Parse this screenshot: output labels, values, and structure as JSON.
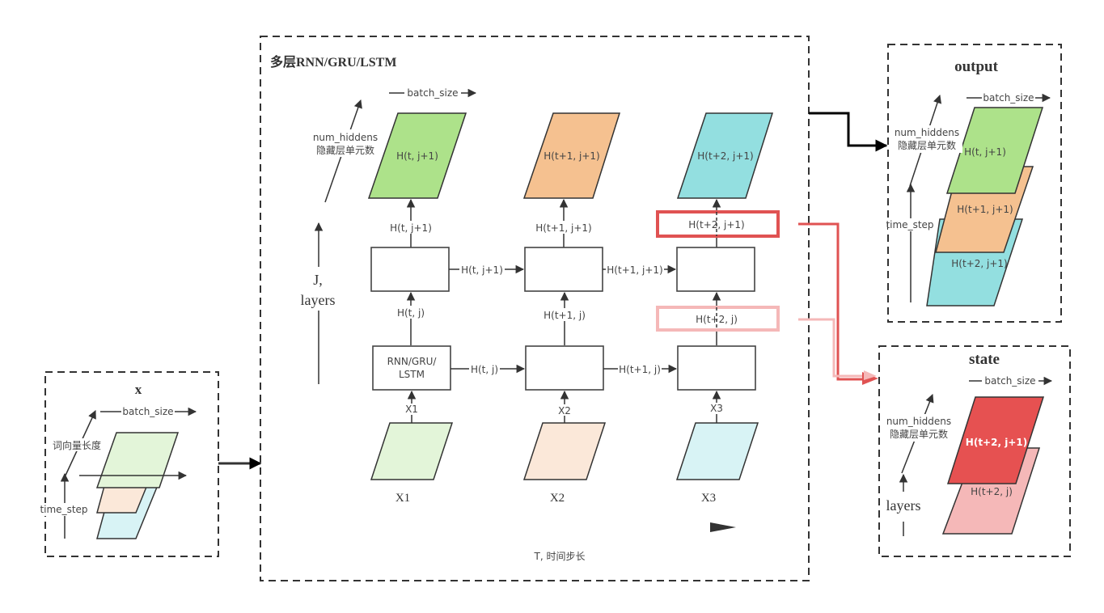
{
  "input_panel": {
    "title": "x",
    "batch_size_label": "batch_size",
    "vector_length_label": "词向量长度",
    "time_step_label": "time_step",
    "layer_colors": [
      "#e3f5d9",
      "#fbe8d9",
      "#d8f3f5"
    ]
  },
  "main_panel": {
    "title": "多层RNN/GRU/LSTM",
    "batch_size_label": "batch_size",
    "num_hiddens_label": "num_hiddens",
    "hidden_units_label": "隐藏层单元数",
    "layers_axis_label_line1": "J,",
    "layers_axis_label_line2": "layers",
    "time_axis_label": "T, 时间步长",
    "first_cell_label_line1": "RNN/GRU/",
    "first_cell_label_line2": "LSTM",
    "top_outputs": [
      {
        "label": "H(t, j+1)",
        "color": "#ade28a"
      },
      {
        "label": "H(t+1, j+1)",
        "color": "#f5c190"
      },
      {
        "label": "H(t+2, j+1)",
        "color": "#93dfe0"
      }
    ],
    "upper_vertical_labels": [
      "H(t, j+1)",
      "H(t+1, j+1)",
      "H(t+2, j+1)"
    ],
    "lower_vertical_labels": [
      "H(t, j)",
      "H(t+1, j)",
      "H(t+2, j)"
    ],
    "upper_horizontal_labels": [
      "H(t, j+1)",
      "H(t+1, j+1)"
    ],
    "lower_horizontal_labels": [
      "H(t, j)",
      "H(t+1, j)"
    ],
    "input_arrow_labels": [
      "X1",
      "X2",
      "X3"
    ],
    "inputs": [
      {
        "label": "X1",
        "color": "#e3f5d9"
      },
      {
        "label": "X2",
        "color": "#fbe8d9"
      },
      {
        "label": "X3",
        "color": "#d8f3f5"
      }
    ],
    "highlight_colors": {
      "final_top": "#e05252",
      "final_bottom": "#f5b8b8"
    }
  },
  "output_panel": {
    "title": "output",
    "batch_size_label": "batch_size",
    "num_hiddens_label": "num_hiddens",
    "hidden_units_label": "隐藏层单元数",
    "time_step_label": "time_step",
    "layers": [
      {
        "label": "H(t, j+1)",
        "color": "#ade28a"
      },
      {
        "label": "H(t+1, j+1)",
        "color": "#f5c190"
      },
      {
        "label": "H(t+2, j+1)",
        "color": "#93dfe0"
      }
    ]
  },
  "state_panel": {
    "title": "state",
    "batch_size_label": "batch_size",
    "num_hiddens_label": "num_hiddens",
    "hidden_units_label": "隐藏层单元数",
    "layers_label": "layers",
    "layers": [
      {
        "label": "H(t+2, j+1)",
        "color": "#e65151"
      },
      {
        "label": "H(t+2, j)",
        "color": "#f5b8b8"
      }
    ]
  }
}
